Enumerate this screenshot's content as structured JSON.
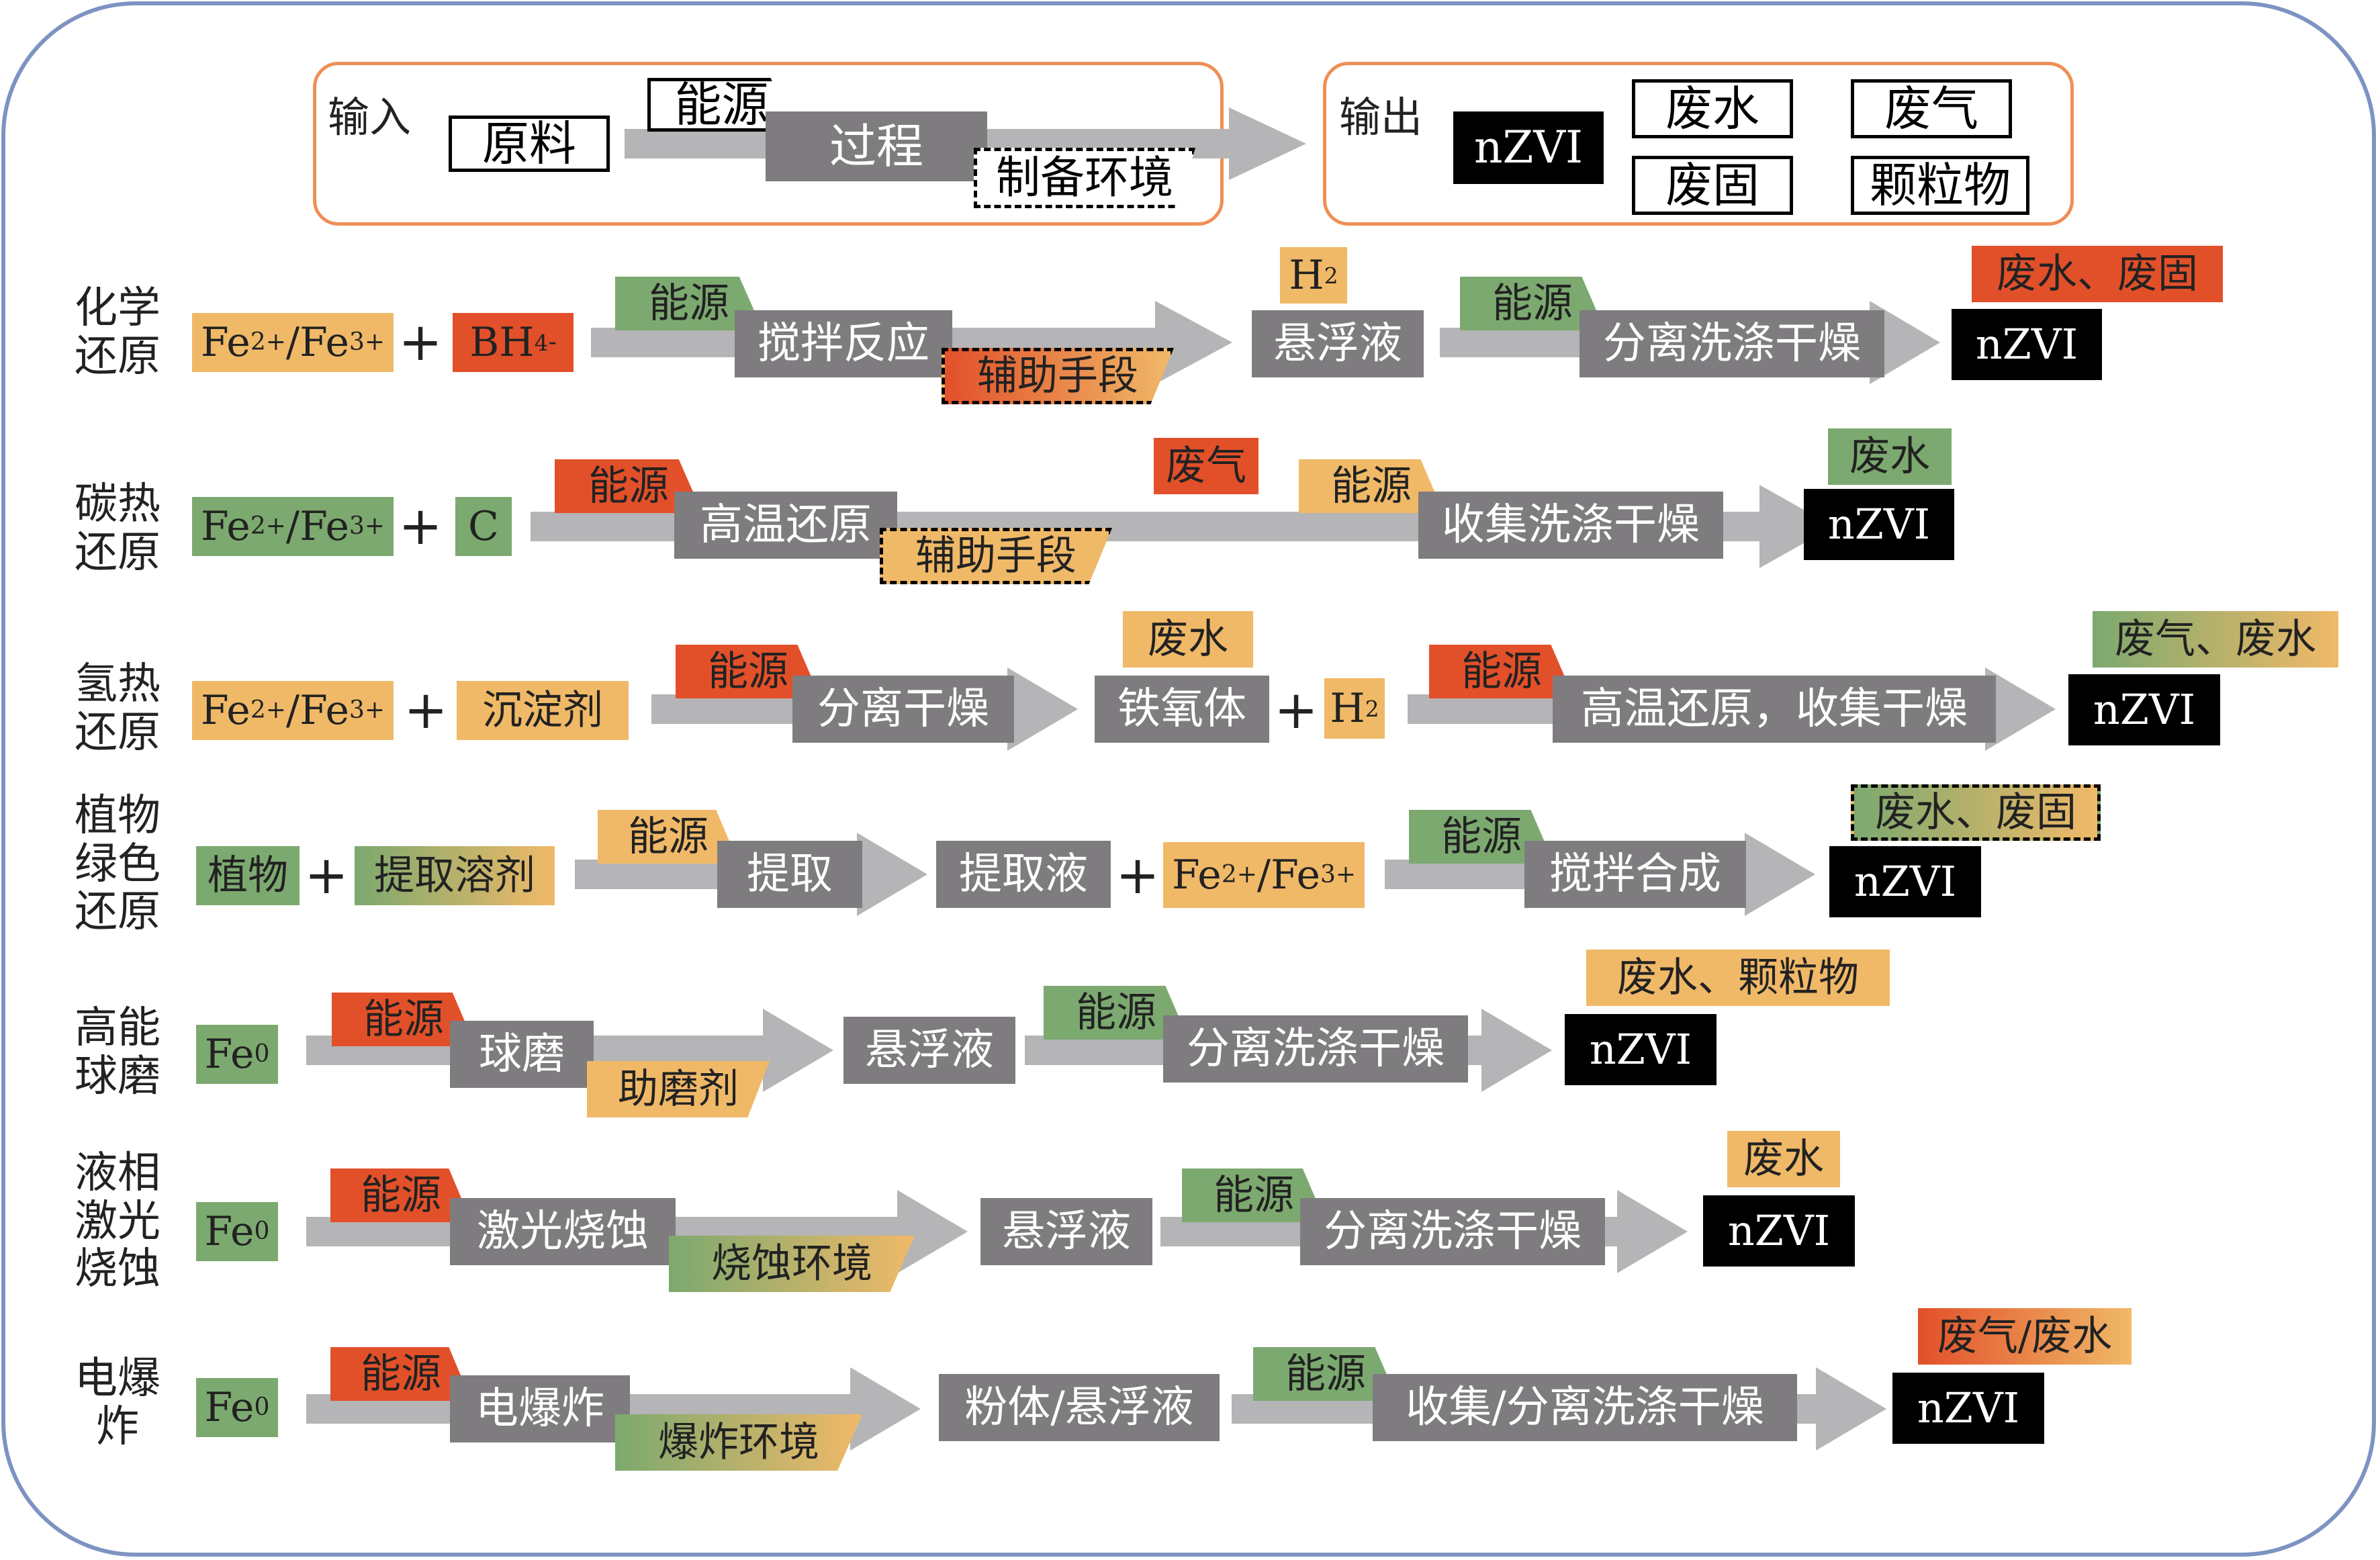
{
  "legend": {
    "input_label": "输入",
    "raw_material": "原料",
    "energy": "能源",
    "process": "过程",
    "environment": "制备环境",
    "output_label": "输出",
    "product": "nZVI",
    "wastewater": "废水",
    "waste_gas": "废气",
    "solid_waste": "废固",
    "particulates": "颗粒物"
  },
  "rows": {
    "chemical": {
      "label": "化学\n还原",
      "reagent_a": "Fe2+/Fe3+",
      "reagent_b": "BH4-",
      "energy1": "能源",
      "process1": "搅拌反应",
      "aid1": "辅助手段",
      "gas": "H2",
      "intermediate": "悬浮液",
      "energy2": "能源",
      "process2": "分离洗涤干燥",
      "waste": "废水、废固",
      "product": "nZVI"
    },
    "carbothermal": {
      "label": "碳热\n还原",
      "reagent_a": "Fe2+/Fe3+",
      "reagent_b": "C",
      "energy1": "能源",
      "process1": "高温还原",
      "aid1": "辅助手段",
      "waste_mid": "废气",
      "energy2": "能源",
      "process2": "收集洗涤干燥",
      "waste": "废水",
      "product": "nZVI"
    },
    "hydrothermal": {
      "label": "氢热\n还原",
      "reagent_a": "Fe2+/Fe3+",
      "reagent_b": "沉淀剂",
      "energy1": "能源",
      "process1": "分离干燥",
      "waste_mid": "废水",
      "intermediate": "铁氧体",
      "gas": "H2",
      "energy2": "能源",
      "process2": "高温还原，收集干燥",
      "waste": "废气、废水",
      "product": "nZVI"
    },
    "green": {
      "label": "植物\n绿色\n还原",
      "reagent_a": "植物",
      "reagent_b": "提取溶剂",
      "energy1": "能源",
      "process1": "提取",
      "intermediate": "提取液",
      "reagent_c": "Fe2+/Fe3+",
      "energy2": "能源",
      "process2": "搅拌合成",
      "waste": "废水、废固",
      "product": "nZVI"
    },
    "ballmill": {
      "label": "高能\n球磨",
      "reagent_a": "Fe0",
      "energy1": "能源",
      "process1": "球磨",
      "aid1": "助磨剂",
      "intermediate": "悬浮液",
      "energy2": "能源",
      "process2": "分离洗涤干燥",
      "waste": "废水、颗粒物",
      "product": "nZVI"
    },
    "laser": {
      "label": "液相\n激光\n烧蚀",
      "reagent_a": "Fe0",
      "energy1": "能源",
      "process1": "激光烧蚀",
      "aid1": "烧蚀环境",
      "intermediate": "悬浮液",
      "energy2": "能源",
      "process2": "分离洗涤干燥",
      "waste": "废水",
      "product": "nZVI"
    },
    "explosion": {
      "label": "电爆\n炸",
      "reagent_a": "Fe0",
      "energy1": "能源",
      "process1": "电爆炸",
      "aid1": "爆炸环境",
      "intermediate": "粉体/悬浮液",
      "energy2": "能源",
      "process2": "收集/分离洗涤干燥",
      "waste": "废气/废水",
      "product": "nZVI"
    }
  },
  "colors": {
    "energy_orange": "#f0b968",
    "energy_green": "#7ca96f",
    "energy_red": "#e2502a",
    "process_grey": "#7f7c80",
    "arrow_grey": "#b5b4b6",
    "frame_blue": "#7d93c2",
    "legend_border": "#ee8f55"
  }
}
